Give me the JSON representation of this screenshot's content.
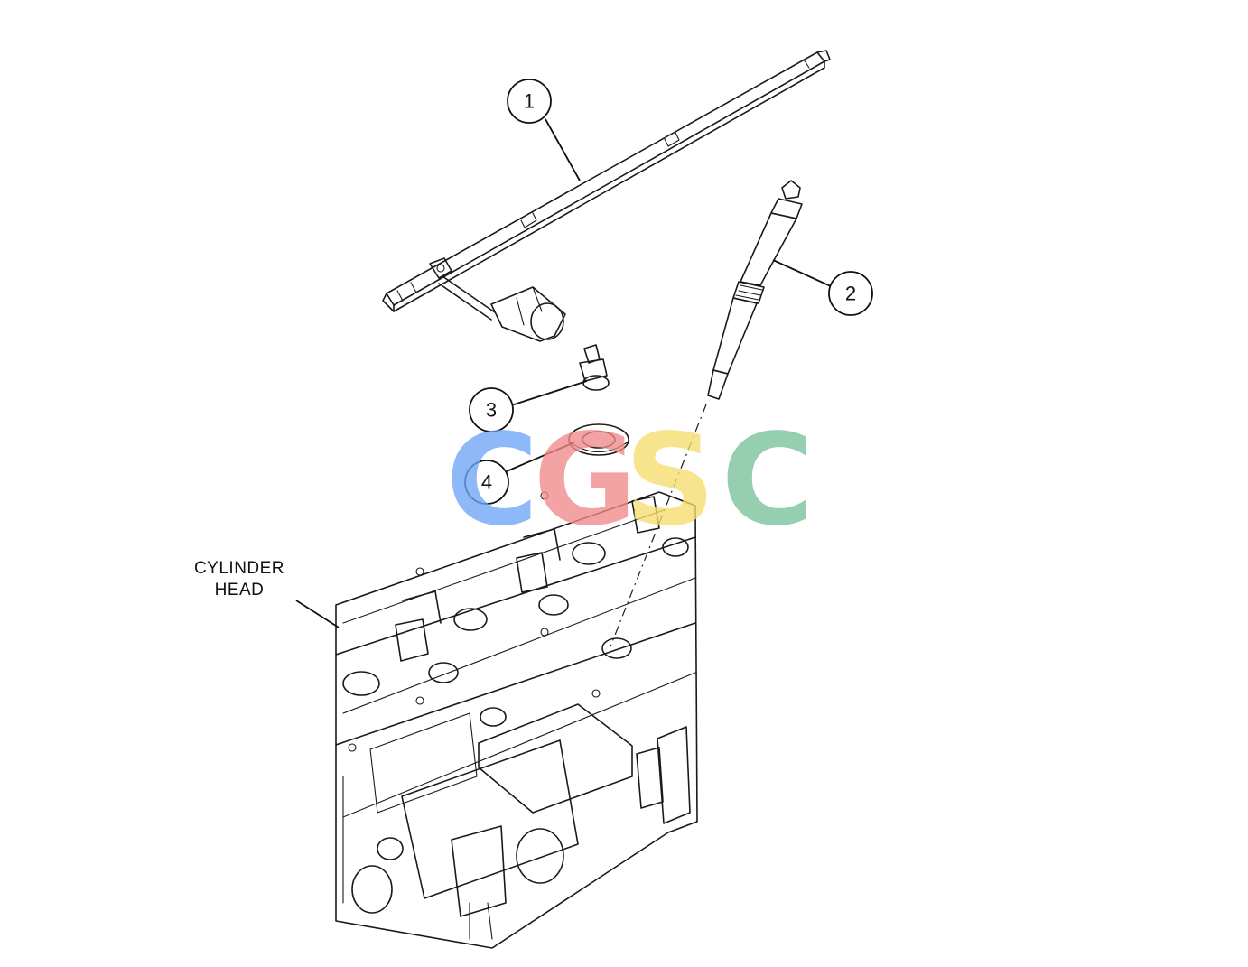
{
  "callouts": [
    {
      "id": "1",
      "label": "1"
    },
    {
      "id": "2",
      "label": "2"
    },
    {
      "id": "3",
      "label": "3"
    },
    {
      "id": "4",
      "label": "4"
    }
  ],
  "annotation": {
    "line1": "CYLINDER",
    "line2": "HEAD"
  },
  "watermark": {
    "letters": [
      "C",
      "G",
      "S",
      "C"
    ],
    "colors": [
      "#6ea6f7",
      "#f08a8a",
      "#f7dd6e",
      "#79c29a"
    ]
  }
}
